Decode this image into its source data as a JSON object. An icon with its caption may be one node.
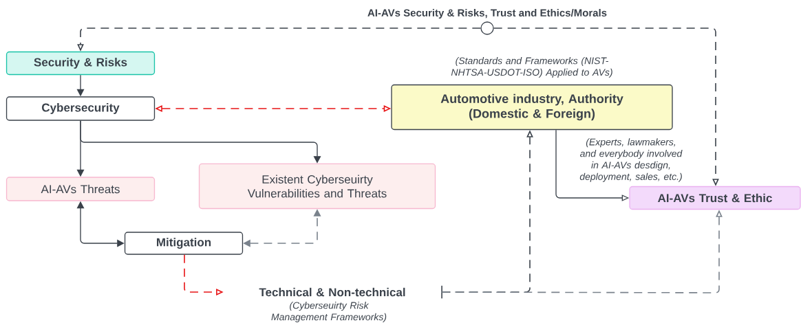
{
  "diagram": {
    "title": "AI-AVs Security & Risks, Trust and Ethics/Morals",
    "nodes": [
      {
        "text": [
          "Security & Risks"
        ]
      },
      {
        "text": [
          "Cybersecurity"
        ]
      },
      {
        "text": [
          "Automotive industry, Authority (Domestic & Foreign)"
        ],
        "beside": [
          "(Standards and Frameworks (NIST-NHTSA-USDOT-ISO) Applied to AVs)"
        ]
      },
      {
        "text": [
          "AI-AVs Threats"
        ]
      },
      {
        "text": [
          "Existent Cyberseuirty Vulnerabilities and Threats"
        ]
      },
      {
        "text": [
          "AI-AVs Trust & Ethic"
        ]
      },
      {
        "text": [
          "Mitigation"
        ]
      },
      {
        "text": [
          "Technical & Non-technical"
        ],
        "beside": [
          "(Cyberseuirty Risk Management Frameworks)"
        ]
      },
      {
        "text": [],
        "shape": "circle"
      }
    ],
    "edges": [
      {
        "from": 0,
        "to": 1,
        "arrow": "to"
      },
      {
        "from": 1,
        "to": 2,
        "arrow": "both",
        "style": "dashed",
        "color": "#e81416"
      },
      {
        "from": 1,
        "to": 3,
        "arrow": "to"
      },
      {
        "from": 1,
        "to": 4,
        "arrow": "to"
      },
      {
        "from": 6,
        "to": 3,
        "arrow": "both"
      },
      {
        "from": 6,
        "to": 4,
        "arrow": "both",
        "style": "dashed",
        "color": "#7a828c"
      },
      {
        "from": 6,
        "to": 7,
        "arrow": "to",
        "style": "dashed",
        "color": "#e81416"
      },
      {
        "from": 7,
        "to": 2,
        "arrow": "to",
        "style": "dashed"
      },
      {
        "from": 7,
        "to": 5,
        "arrow": "to",
        "style": "dashed",
        "color": "#7a828c"
      },
      {
        "from": 2,
        "to": 5,
        "arrow": "to",
        "label": "(Experts, lawmakers, and everybody involved in AI-AVs desdign, deployment, sales, etc.)"
      },
      {
        "from": 8,
        "to": 0,
        "arrow": "to",
        "style": "dashed"
      },
      {
        "from": 8,
        "to": 5,
        "arrow": "to",
        "style": "dashed"
      }
    ]
  }
}
